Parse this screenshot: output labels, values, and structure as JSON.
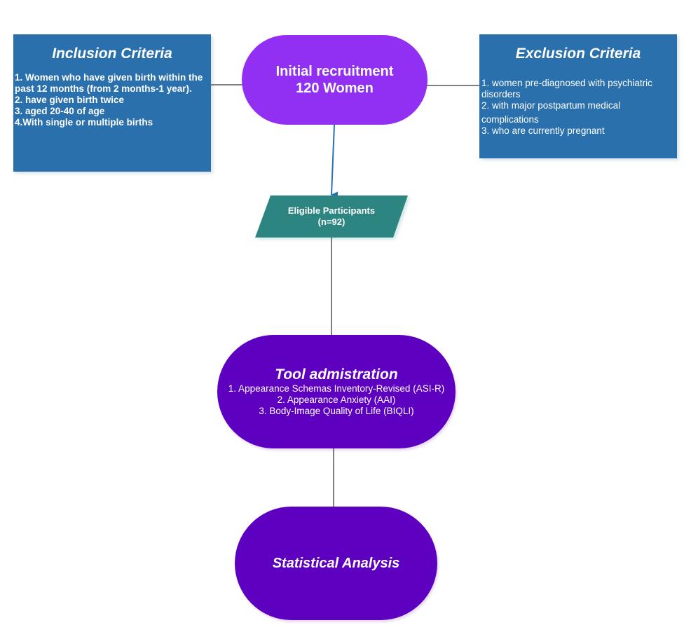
{
  "colors": {
    "criteria_box": "#2a70ad",
    "initial_node": "#9130f2",
    "eligible_node": "#2d8582",
    "tool_node": "#5d00c0",
    "stat_node": "#5d00c0",
    "arrow": "#2a70ad",
    "connector": "#555555"
  },
  "inclusion": {
    "title": "Inclusion Criteria",
    "items": [
      "1. Women who have given birth within the past 12 months (from 2 months-1 year).",
      "2. have given birth twice",
      "3. aged 20-40 of age",
      "4.With single or multiple births"
    ]
  },
  "exclusion": {
    "title": "Exclusion Criteria",
    "items": [
      "1. women pre-diagnosed with psychiatric disorders",
      "2. with major postpartum medical",
      "complications",
      "3. who are currently pregnant"
    ]
  },
  "initial": {
    "line1": "Initial recruitment",
    "line2": "120 Women"
  },
  "eligible": {
    "line1": "Eligible Participants",
    "line2": "(n=92)"
  },
  "tool": {
    "title": "Tool admistration",
    "items": [
      "1. Appearance Schemas Inventory-Revised (ASI-R)",
      "2. Appearance Anxiety (AAI)",
      "3. Body-Image Quality of Life (BIQLI)"
    ]
  },
  "stat": {
    "title": "Statistical Analysis"
  }
}
